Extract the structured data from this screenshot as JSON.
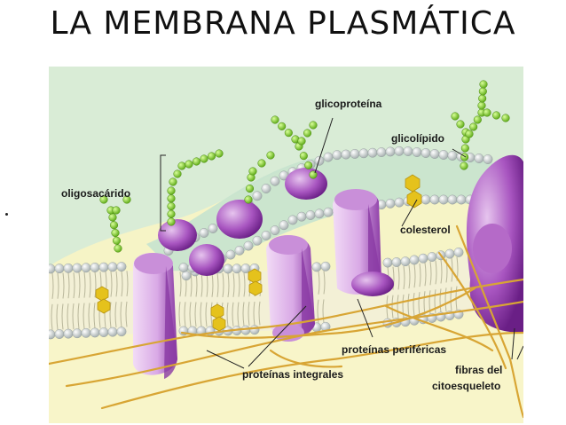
{
  "title": "LA MEMBRANA PLASMÁTICA",
  "colors": {
    "background": "#f6f4c6",
    "membrane_top": "#d4ead8",
    "phospholipid_head": "#d9dede",
    "protein": "#9b3fb4",
    "protein_light": "#e6c4ee",
    "carbohydrate": "#8ad42c",
    "cholesterol": "#e5c21c",
    "cytoskeleton": "#d8a534"
  },
  "labels": {
    "glicoproteina": "glicoproteína",
    "glicolipido": "glicolípido",
    "oligosacarido": "oligosacárido",
    "colesterol": "colesterol",
    "proteinas_perifericas": "proteínas periféricas",
    "proteinas_integrales": "proteínas integrales",
    "fibras_line1": "fibras del",
    "fibras_line2": "citoesqueleto"
  }
}
